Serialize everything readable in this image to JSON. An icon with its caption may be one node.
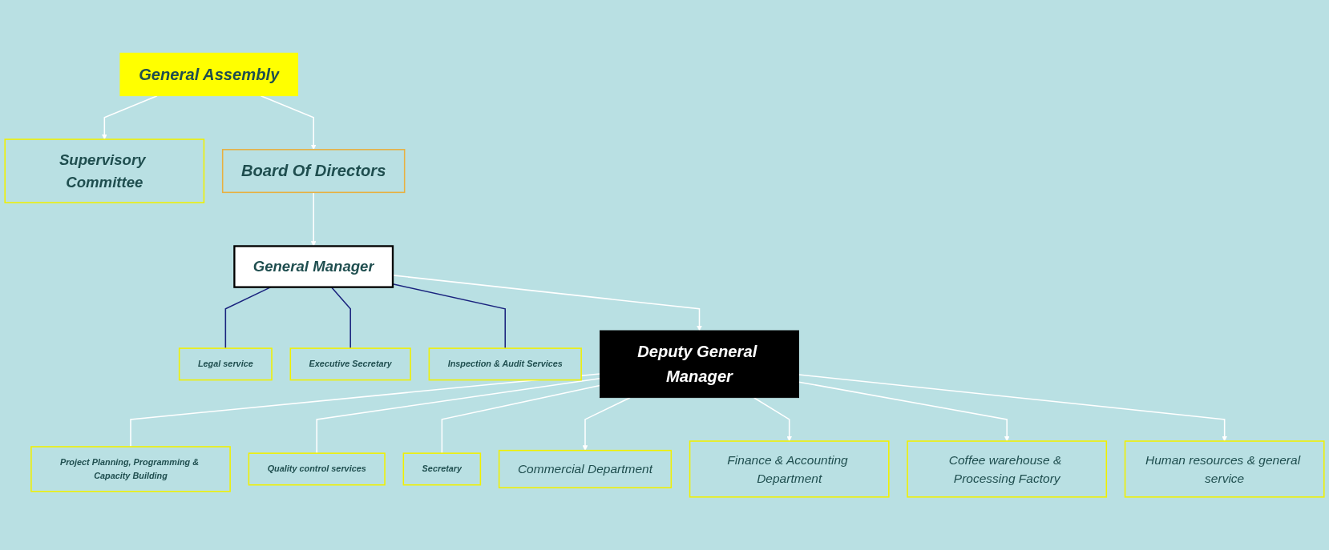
{
  "diagram": {
    "nodes": [
      {
        "text": [
          "General Assembly"
        ]
      },
      {
        "text": [
          "Supervisory Committee"
        ]
      },
      {
        "text": [
          "Board Of Directors"
        ]
      },
      {
        "text": [
          "General Manager"
        ]
      },
      {
        "text": [
          "Legal service"
        ]
      },
      {
        "text": [
          "Executive Secretary"
        ]
      },
      {
        "text": [
          "Inspection & Audit Services"
        ]
      },
      {
        "text": [
          "Deputy General Manager"
        ]
      },
      {
        "text": [
          "Project Planning, Programming & Capacity Building"
        ]
      },
      {
        "text": [
          "Quality control services"
        ]
      },
      {
        "text": [
          "Secretary"
        ]
      },
      {
        "text": [
          "Commercial Department"
        ]
      },
      {
        "text": [
          "Finance & Accounting Department"
        ]
      },
      {
        "text": [
          "Coffee warehouse & Processing Factory"
        ]
      },
      {
        "text": [
          "Human resources & general service"
        ]
      }
    ],
    "edges": [
      {
        "from": 0,
        "to": 1,
        "arrow": "to"
      },
      {
        "from": 0,
        "to": 2,
        "arrow": "to"
      },
      {
        "from": 2,
        "to": 3,
        "arrow": "to"
      },
      {
        "from": 3,
        "to": 4,
        "arrow": "none",
        "color": "#1a237e"
      },
      {
        "from": 3,
        "to": 5,
        "arrow": "none",
        "color": "#1a237e"
      },
      {
        "from": 3,
        "to": 6,
        "arrow": "none",
        "color": "#1a237e"
      },
      {
        "from": 3,
        "to": 7,
        "arrow": "to"
      },
      {
        "from": 7,
        "to": 8,
        "arrow": "none"
      },
      {
        "from": 7,
        "to": 9,
        "arrow": "none"
      },
      {
        "from": 7,
        "to": 10,
        "arrow": "none"
      },
      {
        "from": 7,
        "to": 11,
        "arrow": "to"
      },
      {
        "from": 7,
        "to": 12,
        "arrow": "to"
      },
      {
        "from": 7,
        "to": 13,
        "arrow": "to"
      },
      {
        "from": 7,
        "to": 14,
        "arrow": "to"
      }
    ]
  }
}
